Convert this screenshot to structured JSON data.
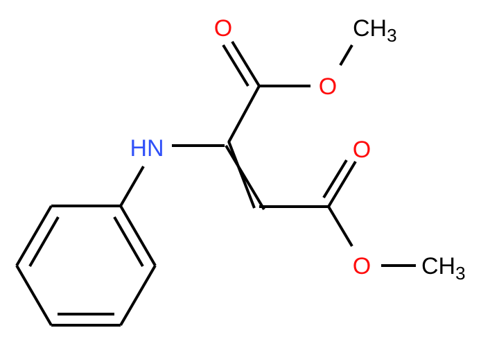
{
  "diagram": {
    "type": "chemical-structure",
    "molecule_description": "dimethyl 2-(phenylamino)but-2-enedioate",
    "colors": {
      "bond": "#000000",
      "nitrogen": "#3050F8",
      "oxygen": "#FF0D0D",
      "carbon_label": "#000000",
      "background": "#FFFFFF"
    },
    "atoms": {
      "nh": {
        "label": "HN"
      },
      "o_carbonyl_top": {
        "label": "O"
      },
      "o_ester_top": {
        "label": "O"
      },
      "ch3_top": {
        "label": "CH",
        "sub": "3"
      },
      "o_carbonyl_right": {
        "label": "O"
      },
      "o_ester_bottom": {
        "label": "O"
      },
      "ch3_bottom": {
        "label": "CH",
        "sub": "3"
      }
    }
  }
}
